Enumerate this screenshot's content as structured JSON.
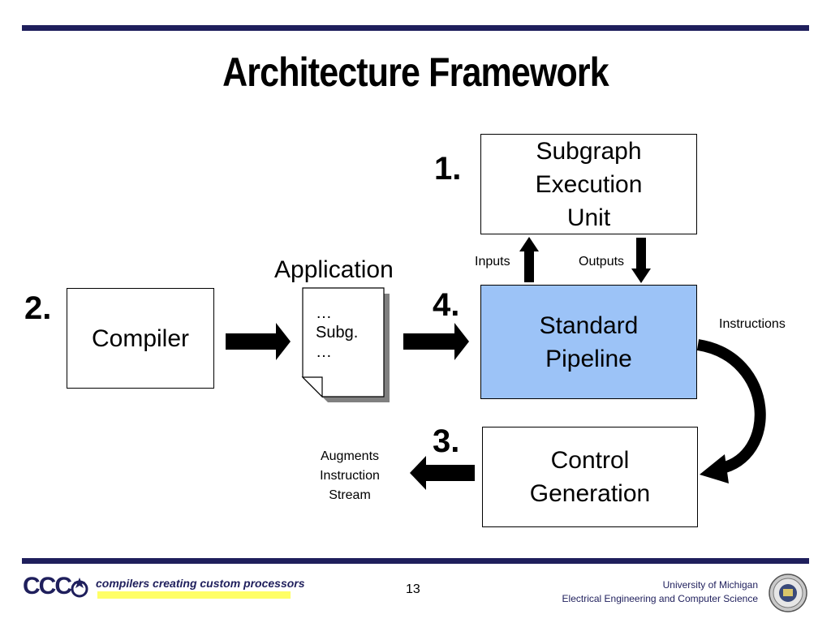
{
  "title": "Architecture Framework",
  "steps": {
    "one": "1.",
    "two": "2.",
    "three": "3.",
    "four": "4."
  },
  "boxes": {
    "subgraph_unit": [
      "Subgraph",
      "Execution",
      "Unit"
    ],
    "compiler": "Compiler",
    "standard_pipeline": [
      "Standard",
      "Pipeline"
    ],
    "control_generation": [
      "Control",
      "Generation"
    ]
  },
  "application": {
    "label": "Application",
    "document_lines": [
      "…",
      "Subg.",
      "…"
    ]
  },
  "labels": {
    "inputs": "Inputs",
    "outputs": "Outputs",
    "instructions": "Instructions",
    "augments": [
      "Augments",
      "Instruction",
      "Stream"
    ]
  },
  "footer": {
    "logo": "CCC",
    "tagline": "compilers creating custom processors",
    "page_number": "13",
    "university": "University of Michigan",
    "department": "Electrical Engineering and Computer Science"
  },
  "colors": {
    "rule": "#1f1f5c",
    "pipeline_fill": "#9cc3f7",
    "tagline_highlight": "#ffff66"
  }
}
